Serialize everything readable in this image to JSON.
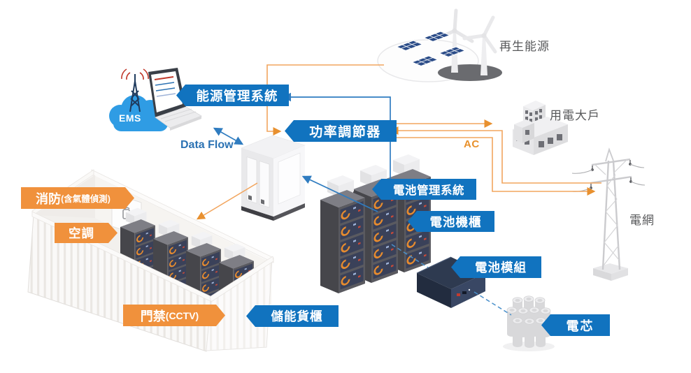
{
  "banners": {
    "ems": {
      "label": "能源管理系統"
    },
    "pcs": {
      "label": "功率調節器"
    },
    "bms": {
      "label": "電池管理系統"
    },
    "rack": {
      "label": "電池機櫃"
    },
    "module": {
      "label": "電池模組"
    },
    "cell": {
      "label": "電芯"
    },
    "container": {
      "label": "儲能貨櫃"
    },
    "fire": {
      "label": "消防",
      "suffix": "(含氣體偵測)"
    },
    "hvac": {
      "label": "空調"
    },
    "access": {
      "label": "門禁",
      "suffix": "(CCTV)"
    }
  },
  "labels": {
    "renewable": "再生能源",
    "consumers": "用電大戶",
    "grid": "電網",
    "data_flow": "Data Flow",
    "ac": "AC",
    "ems_cloud": "EMS"
  },
  "colors": {
    "banner_blue": "#1173BF",
    "banner_orange": "#F0913C",
    "line_blue": "#2F7CC0",
    "line_orange": "#F2A55E",
    "arrow_orange": "#E8902F",
    "label_gray": "#58595B",
    "cloud_blue": "#2F9CE4"
  }
}
